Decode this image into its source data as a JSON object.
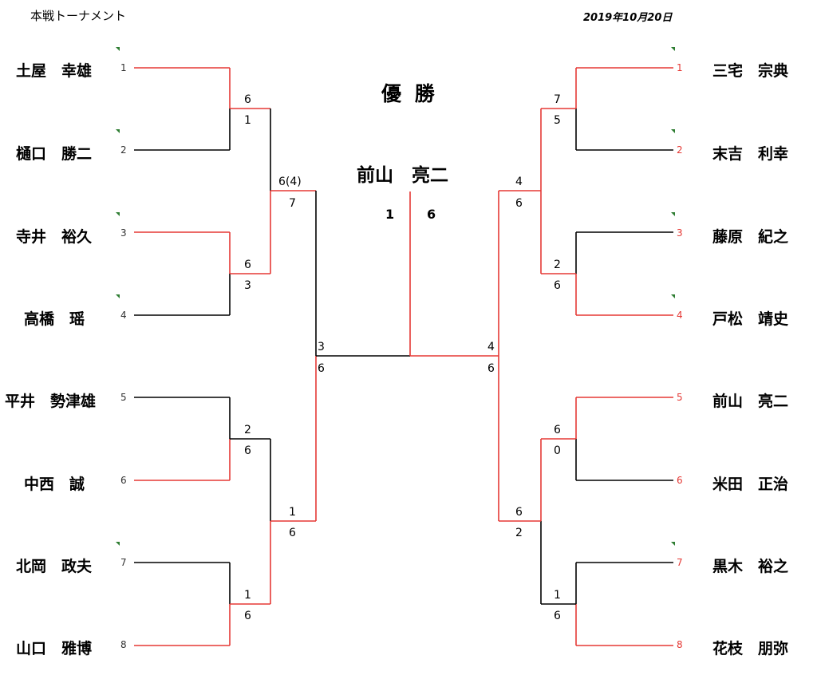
{
  "title": "本戦トーナメント",
  "date": "2019年10月20日",
  "champion_heading": "優 勝",
  "champion_name": "前山　亮二",
  "final_scores": {
    "left": "1",
    "right": "6"
  },
  "left_players": [
    {
      "seed": "1",
      "name": "土屋　幸雄"
    },
    {
      "seed": "2",
      "name": "樋口　勝二"
    },
    {
      "seed": "3",
      "name": "寺井　裕久"
    },
    {
      "seed": "4",
      "name": "高橋　瑶"
    },
    {
      "seed": "5",
      "name": "平井　勢津雄"
    },
    {
      "seed": "6",
      "name": "中西　誠"
    },
    {
      "seed": "7",
      "name": "北岡　政夫"
    },
    {
      "seed": "8",
      "name": "山口　雅博"
    }
  ],
  "right_players": [
    {
      "seed": "1",
      "name": "三宅　宗典"
    },
    {
      "seed": "2",
      "name": "末吉　利幸"
    },
    {
      "seed": "3",
      "name": "藤原　紀之"
    },
    {
      "seed": "4",
      "name": "戸松　靖史"
    },
    {
      "seed": "5",
      "name": "前山　亮二"
    },
    {
      "seed": "6",
      "name": "米田　正治"
    },
    {
      "seed": "7",
      "name": "黒木　裕之"
    },
    {
      "seed": "8",
      "name": "花枝　朋弥"
    }
  ],
  "scores": {
    "left_r1": [
      [
        "6",
        "1"
      ],
      [
        "6",
        "3"
      ],
      [
        "2",
        "6"
      ],
      [
        "1",
        "6"
      ]
    ],
    "left_r2": [
      [
        "6(4)",
        "7"
      ],
      [
        "1",
        "6"
      ]
    ],
    "left_sf": [
      "3",
      "6"
    ],
    "right_r1": [
      [
        "7",
        "5"
      ],
      [
        "2",
        "6"
      ],
      [
        "6",
        "0"
      ],
      [
        "1",
        "6"
      ]
    ],
    "right_r2": [
      [
        "4",
        "6"
      ],
      [
        "6",
        "2"
      ]
    ],
    "right_sf": [
      "4",
      "6"
    ]
  },
  "colors": {
    "win_line": "#e53935",
    "lose_line": "#000000",
    "seed_red": "#e53935",
    "tick": "#2e7d32"
  }
}
